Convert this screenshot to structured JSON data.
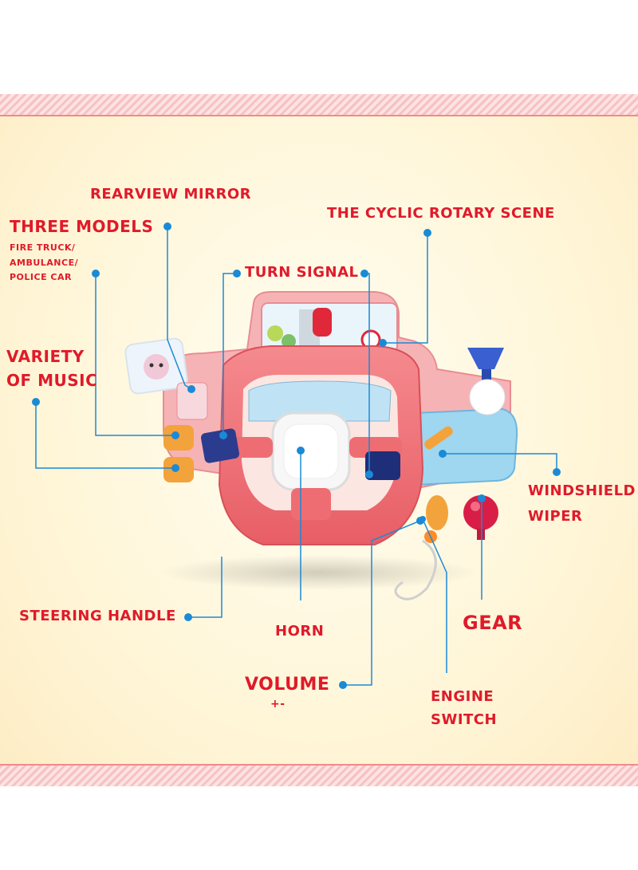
{
  "labels": {
    "rearview_mirror": "REARVIEW MIRROR",
    "three_models": "THREE MODELS",
    "three_models_sub": [
      "FIRE TRUCK/",
      "AMBULANCE/",
      "POLICE CAR"
    ],
    "cyclic_scene": "THE CYCLIC ROTARY SCENE",
    "turn_signal": "TURN SIGNAL",
    "variety_music": [
      "VARIETY",
      "OF MUSIC"
    ],
    "windshield_wiper": [
      "WINDSHIELD",
      "WIPER"
    ],
    "steering_handle": "STEERING HANDLE",
    "horn": "HORN",
    "gear": "GEAR",
    "volume": "VOLUME",
    "volume_sub": "+-",
    "engine_switch": [
      "ENGINE",
      "SWITCH"
    ]
  },
  "colors": {
    "label_red": "#e01a2a",
    "leader_blue": "#1a8ad6",
    "toy_pink": "#ee6d73",
    "toy_blue": "#8fd0ef"
  }
}
